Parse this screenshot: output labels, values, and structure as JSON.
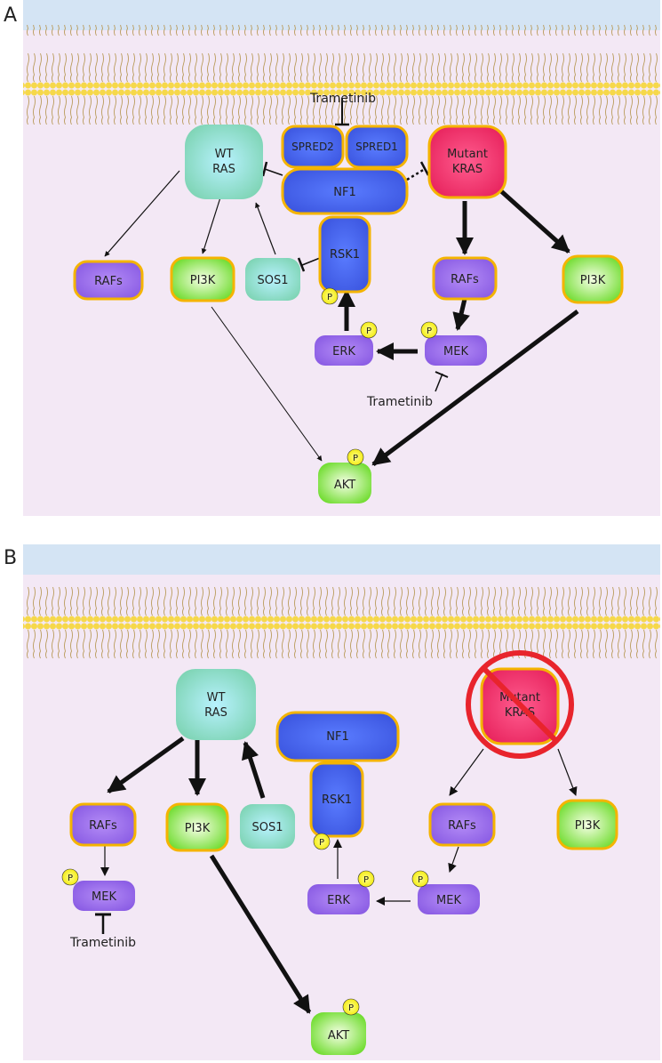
{
  "panels": [
    {
      "letter": "A",
      "labels": {
        "wt_ras_1": "WT",
        "wt_ras_2": "RAS",
        "spred2": "SPRED2",
        "spred1": "SPRED1",
        "nf1": "NF1",
        "kras_1": "Mutant",
        "kras_2": "KRAS",
        "rafs_left": "RAFs",
        "pi3k_left": "PI3K",
        "sos1": "SOS1",
        "rsk1": "RSK1",
        "rafs_right": "RAFs",
        "pi3k_right": "PI3K",
        "erk": "ERK",
        "mek": "MEK",
        "akt": "AKT",
        "trametinib_top": "Trametinib",
        "trametinib_mek": "Trametinib",
        "p": "P"
      }
    },
    {
      "letter": "B",
      "labels": {
        "wt_ras_1": "WT",
        "wt_ras_2": "RAS",
        "nf1": "NF1",
        "rsk1": "RSK1",
        "kras_1": "Mutant",
        "kras_2": "KRAS",
        "rafs_left": "RAFs",
        "pi3k_left": "PI3K",
        "sos1": "SOS1",
        "rafs_right": "RAFs",
        "pi3k_right": "PI3K",
        "mek_left": "MEK",
        "erk": "ERK",
        "mek_right": "MEK",
        "akt": "AKT",
        "trametinib": "Trametinib",
        "p": "P"
      }
    }
  ],
  "colors": {
    "membrane_top": "#d4e4f4",
    "lipid_head": "#f4d648",
    "lipid_tail": "#c0a060",
    "cytoplasm": "#f3e8f5",
    "ras": "#8fdccf",
    "nf1": "#4a6ef0",
    "kras": "#f23f77",
    "raf": "#9a6ee8",
    "pi3k": "#7fe04a",
    "orange_border": "#f4b400",
    "p_yellow": "#f4f000",
    "inhibit_red": "#e8242c"
  }
}
